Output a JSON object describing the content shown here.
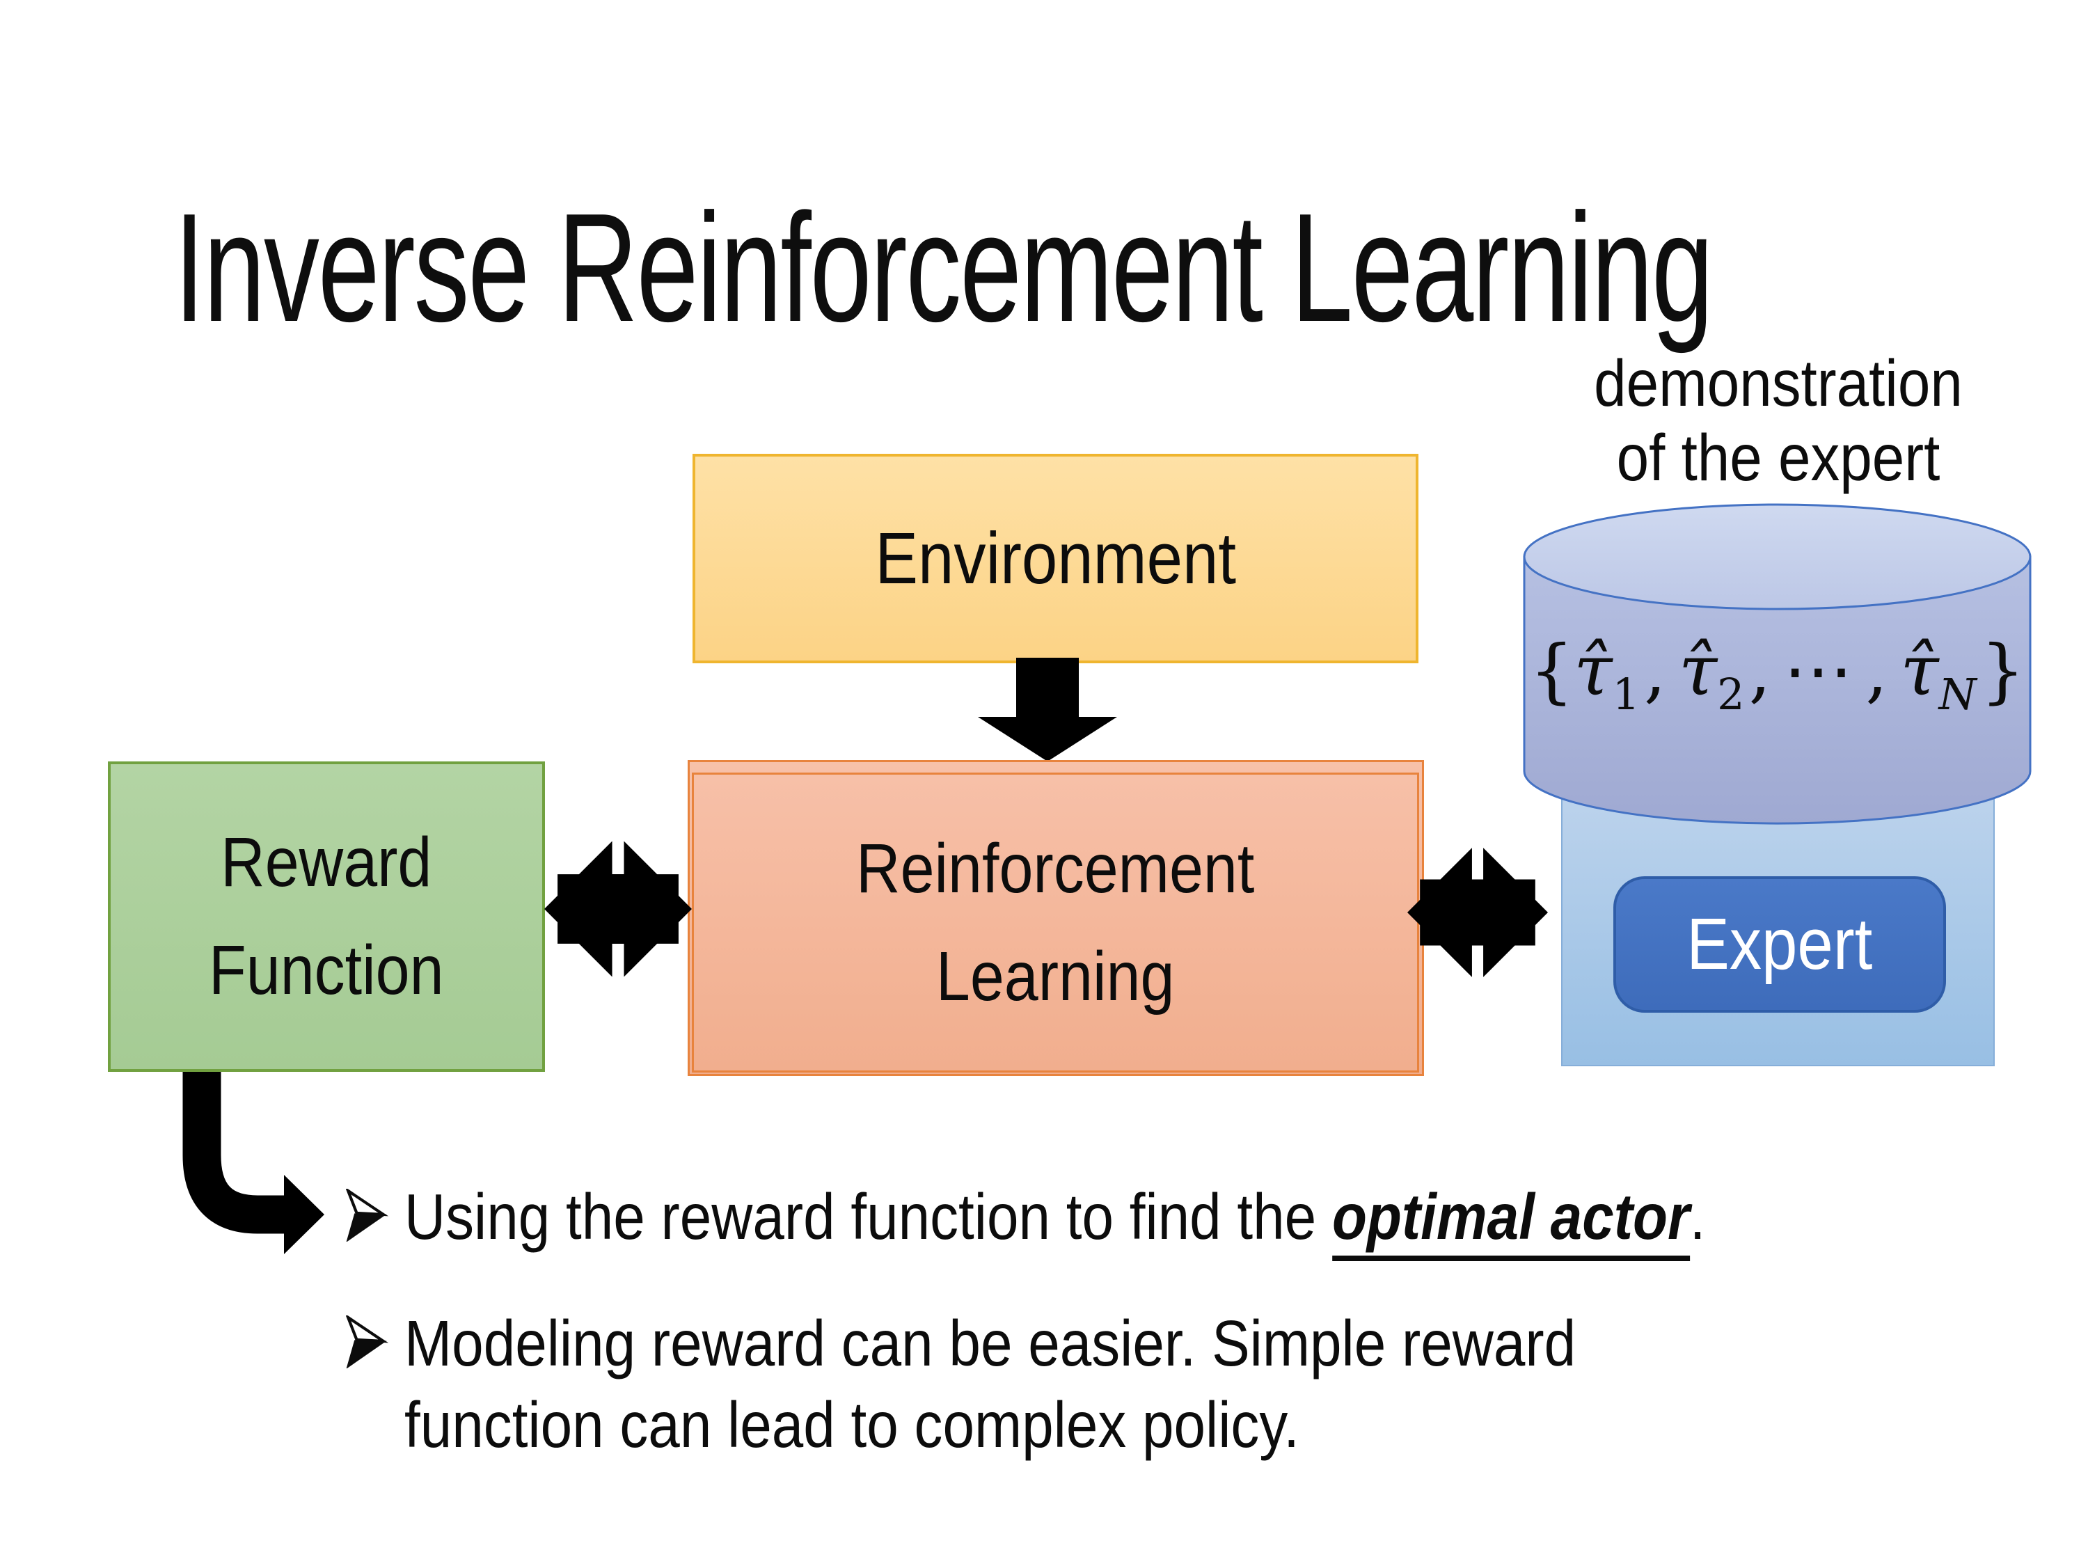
{
  "slide": {
    "title": "Inverse Reinforcement Learning"
  },
  "diagram": {
    "environment": {
      "label": "Environment"
    },
    "reward": {
      "label_line1": "Reward",
      "label_line2": "Function"
    },
    "rl": {
      "label_line1": "Reinforcement",
      "label_line2": "Learning"
    },
    "expert": {
      "label": "Expert"
    },
    "demonstration": {
      "line1": "demonstration",
      "line2": "of the expert"
    },
    "formula": {
      "open": "{",
      "tau": "τ̂",
      "sub1": "1",
      "comma1": ",",
      "sub2": "2",
      "comma2": ",",
      "dots": "⋯",
      "comma3": ",",
      "subN": "N",
      "close": "}"
    }
  },
  "bullets": {
    "b1_pre": "Using the reward function to find the ",
    "b1_em": "optimal actor",
    "b1_post": ".",
    "b2_line1": "Modeling reward can be easier. Simple reward",
    "b2_line2": "function can lead to complex policy."
  },
  "colors": {
    "environment_fill": "#fdd996",
    "environment_border": "#efb52f",
    "reward_fill": "#acd09c",
    "reward_border": "#71a140",
    "rl_fill": "#f5b99e",
    "rl_border": "#e8833d",
    "cylinder_body": "#a9b3db",
    "cylinder_top": "#c9d3ed",
    "cylinder_border": "#4472c4",
    "container_fill": "#a5c7e8",
    "expert_fill": "#4473c4",
    "expert_border": "#2f5da8",
    "arrow_color": "#000000",
    "text_color": "#0c0c0c"
  }
}
